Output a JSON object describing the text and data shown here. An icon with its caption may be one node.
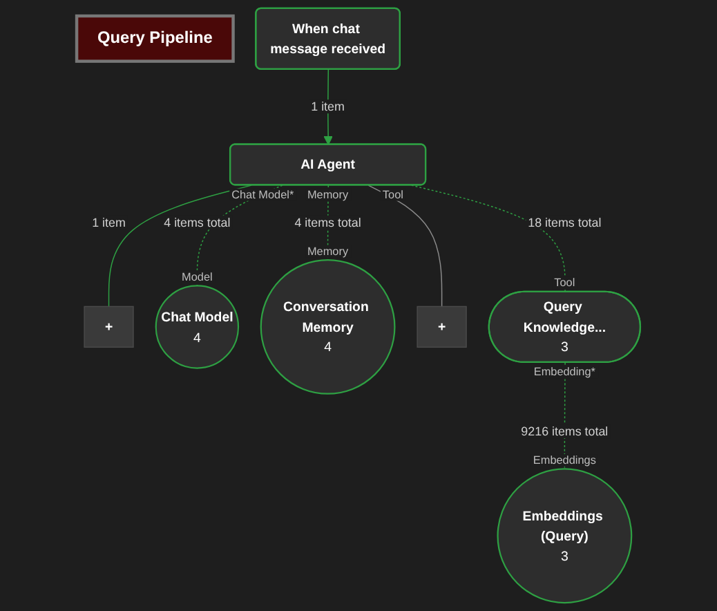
{
  "diagram": {
    "nodes": [
      {
        "text": [
          "Query Pipeline"
        ]
      },
      {
        "text": [
          "When chat message received"
        ]
      },
      {
        "text": [
          "AI Agent"
        ],
        "beside": [
          "Chat Model*",
          "Memory",
          "Tool"
        ]
      },
      {
        "text": [
          "+"
        ]
      },
      {
        "text": [
          "Chat Model",
          "4"
        ],
        "beside": [
          "Model"
        ]
      },
      {
        "text": [
          "Conversation Memory",
          "4"
        ],
        "beside": [
          "Memory"
        ]
      },
      {
        "text": [
          "+"
        ]
      },
      {
        "text": [
          "Query Knowledge...",
          "3"
        ],
        "beside": [
          "Tool",
          "Embedding*"
        ]
      },
      {
        "text": [
          "Embeddings (Query)",
          "3"
        ],
        "beside": [
          "Embeddings"
        ]
      }
    ],
    "edges": [
      {
        "from": 1,
        "to": 2,
        "arrow": "to",
        "label": "1 item"
      },
      {
        "from": 2,
        "to": 3,
        "arrow": "none",
        "label": "1 item"
      },
      {
        "from": 2,
        "to": 4,
        "arrow": "none",
        "label": "4 items total",
        "style": "dashed"
      },
      {
        "from": 2,
        "to": 5,
        "arrow": "none",
        "label": "4 items total",
        "style": "dashed"
      },
      {
        "from": 2,
        "to": 6,
        "arrow": "none",
        "color": "#8a8a8a"
      },
      {
        "from": 2,
        "to": 7,
        "arrow": "none",
        "label": "18 items total",
        "style": "dashed"
      },
      {
        "from": 7,
        "to": 8,
        "arrow": "none",
        "label": "9216 items total",
        "style": "dashed"
      }
    ]
  }
}
